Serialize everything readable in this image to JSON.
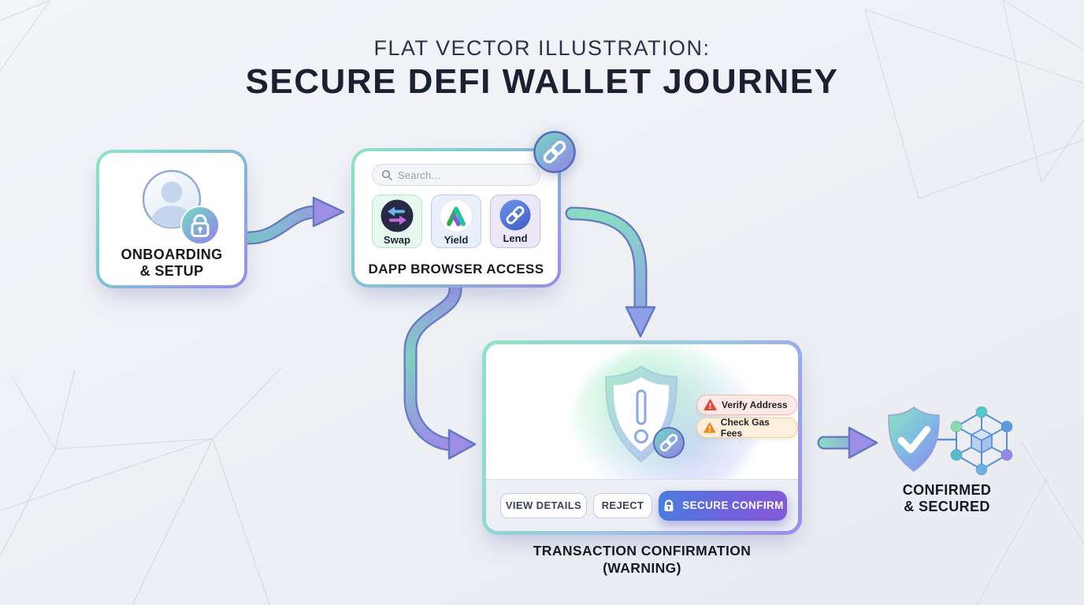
{
  "title": {
    "eyebrow": "FLAT VECTOR ILLUSTRATION:",
    "main": "SECURE DEFI WALLET JOURNEY"
  },
  "steps": {
    "onboarding": {
      "label_line1": "ONBOARDING",
      "label_line2": "& SETUP",
      "icons": [
        "user-avatar-icon",
        "lock-badge-icon"
      ]
    },
    "dapp_browser": {
      "search": {
        "placeholder": "Search...",
        "icon": "search-icon"
      },
      "apps": [
        {
          "label": "Swap",
          "icon": "swap-arrows-icon"
        },
        {
          "label": "Yield",
          "icon": "yield-triangle-icon"
        },
        {
          "label": "Lend",
          "icon": "chain-link-icon"
        }
      ],
      "label": "DAPP BROWSER ACCESS",
      "badge_icon": "chain-link-icon"
    },
    "transaction": {
      "warnings": [
        {
          "label": "Verify Address",
          "icon": "warning-triangle-icon",
          "color": "#df4a3e"
        },
        {
          "label": "Check Gas Fees",
          "icon": "warning-triangle-icon",
          "color": "#f0881f"
        }
      ],
      "buttons": [
        {
          "label": "VIEW DETAILS",
          "style": "secondary"
        },
        {
          "label": "REJECT",
          "style": "secondary"
        },
        {
          "label": "SECURE CONFIRM",
          "style": "primary",
          "icon": "lock-icon"
        }
      ],
      "caption_line1": "TRANSACTION CONFIRMATION",
      "caption_line2": "(WARNING)",
      "icons": [
        "warning-shield-icon",
        "chain-link-badge-icon"
      ]
    },
    "confirmed": {
      "label_line1": "CONFIRMED",
      "label_line2": "& SECURED",
      "icons": [
        "shield-check-icon",
        "blockchain-network-icon"
      ]
    }
  },
  "colors": {
    "gradient_mint": "#8fe3c4",
    "gradient_teal": "#7fc8d2",
    "gradient_purple": "#9b8ce6",
    "arrow_outline": "#6379bf",
    "warning_red": "#df4a3e",
    "warning_orange": "#f0881f",
    "confirm_blue": "#4a7de0",
    "confirm_purple": "#8558d6",
    "title_navy": "#1b2130"
  }
}
